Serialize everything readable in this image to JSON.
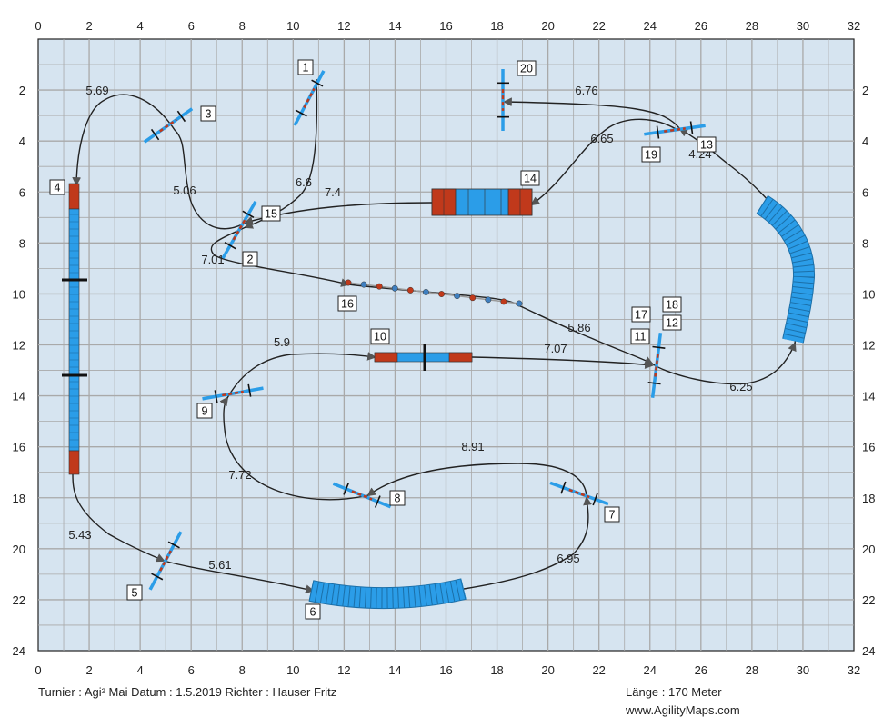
{
  "map": {
    "grid_x_max": 32,
    "grid_y_max": 24,
    "x_tick_labels": [
      "0",
      "2",
      "4",
      "6",
      "8",
      "10",
      "12",
      "14",
      "16",
      "18",
      "20",
      "22",
      "24",
      "26",
      "28",
      "30",
      "32"
    ],
    "y_tick_labels": [
      "2",
      "4",
      "6",
      "8",
      "10",
      "12",
      "14",
      "16",
      "18",
      "20",
      "22",
      "24"
    ],
    "colors": {
      "field": "#d6e4f0",
      "grid": "#a9a9a9",
      "blue": "#2b9de8",
      "red": "#c0391b",
      "arrow": "#555555",
      "path": "#222222"
    }
  },
  "obstacles": [
    {
      "id": "1",
      "type": "jump",
      "label": "1"
    },
    {
      "id": "2",
      "type": "jump",
      "label": "2"
    },
    {
      "id": "3",
      "type": "jump",
      "label": "3"
    },
    {
      "id": "4",
      "type": "dogwalk",
      "label": "4"
    },
    {
      "id": "5",
      "type": "jump",
      "label": "5"
    },
    {
      "id": "6",
      "type": "tunnel",
      "label": "6"
    },
    {
      "id": "7",
      "type": "jump",
      "label": "7"
    },
    {
      "id": "8",
      "type": "jump",
      "label": "8"
    },
    {
      "id": "9",
      "type": "jump",
      "label": "9"
    },
    {
      "id": "10",
      "type": "seesaw",
      "label": "10"
    },
    {
      "id": "11",
      "type": "jump",
      "label": "11"
    },
    {
      "id": "12",
      "type": "jump",
      "label": "12"
    },
    {
      "id": "13",
      "type": "jump",
      "label": "13"
    },
    {
      "id": "14",
      "type": "table",
      "label": "14"
    },
    {
      "id": "15",
      "type": "jump",
      "label": "15"
    },
    {
      "id": "16",
      "type": "weave",
      "label": "16"
    },
    {
      "id": "17",
      "type": "jump",
      "label": "17"
    },
    {
      "id": "18",
      "type": "jump",
      "label": "18"
    },
    {
      "id": "19",
      "type": "jump",
      "label": "19"
    },
    {
      "id": "20",
      "type": "jump",
      "label": "20"
    },
    {
      "id": "t2",
      "type": "tunnel",
      "label": ""
    }
  ],
  "distances": [
    "5.69",
    "5.06",
    "6.6",
    "7.4",
    "7.01",
    "6.76",
    "6.65",
    "4.24",
    "5.86",
    "5.9",
    "7.07",
    "6.25",
    "7.72",
    "8.91",
    "5.43",
    "5.61",
    "6.95"
  ],
  "footer": {
    "left": "Turnier : Agi² Mai   Datum : 1.5.2019   Richter : Hauser Fritz",
    "length": "Länge : 170 Meter",
    "site": "www.AgilityMaps.com"
  }
}
